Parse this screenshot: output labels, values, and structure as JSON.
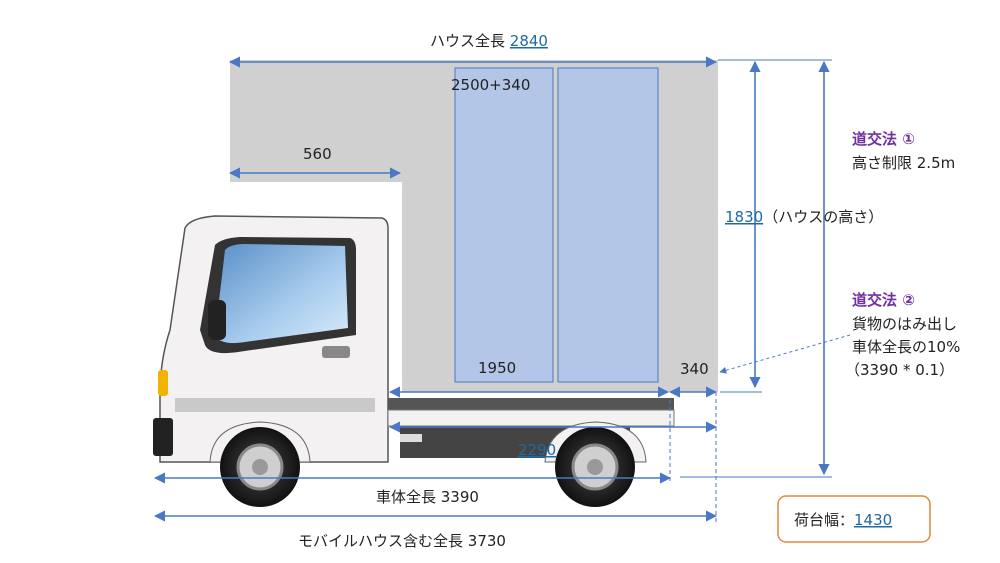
{
  "house_length": {
    "label": "ハウス全長",
    "value": "2840"
  },
  "cargo_sub_label": "2500+340",
  "house_step_length": "560",
  "bed_length_label": "1950",
  "overhang_label": "340",
  "inner_bed_value": "2290",
  "house_height": {
    "value": "1830",
    "label": "（ハウスの高さ）"
  },
  "law1": {
    "title": "道交法 ①",
    "line1": "高さ制限 2.5m"
  },
  "law2": {
    "title": "道交法 ②",
    "line1": "貨物のはみ出し",
    "line2": "車体全長の10%",
    "line3": "（3390 * 0.1）"
  },
  "body_length_label": "車体全長 3390",
  "total_length_label": "モバイルハウス含む全長 3730",
  "bed_width": {
    "label": "荷台幅：",
    "value": "1430"
  },
  "colors": {
    "house": "#d0d0d0",
    "door": "#b4c6e7",
    "dim_line": "#4a78c2",
    "law_title": "#7030a0",
    "link": "#1f6aa5",
    "width_box": "#e08c3c"
  }
}
